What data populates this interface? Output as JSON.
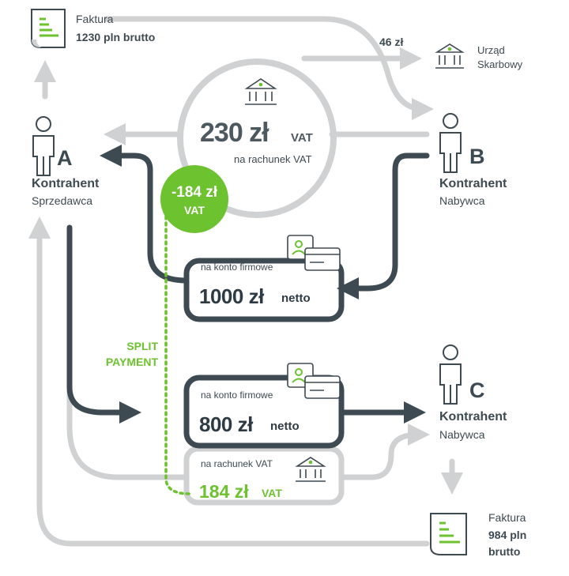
{
  "colors": {
    "dark": "#3d4a52",
    "light": "#d0d1d2",
    "green": "#6cc22f",
    "text": "#3d4a52"
  },
  "invoice_top": {
    "icon": "invoice-document-icon",
    "title": "Faktura",
    "amount": "1230 pln brutto"
  },
  "tax_office": {
    "icon": "bank-building-icon",
    "line1": "Urząd",
    "line2": "Skarbowy",
    "amount": "46 zł"
  },
  "vat_circle": {
    "icon": "bank-building-icon",
    "amount": "230 zł",
    "amount_suffix": "VAT",
    "subtitle": "na rachunek VAT"
  },
  "green_badge": {
    "amount": "-184 zł",
    "suffix": "VAT"
  },
  "party_a": {
    "letter": "A",
    "role": "Kontrahent",
    "type": "Sprzedawca"
  },
  "party_b": {
    "letter": "B",
    "role": "Kontrahent",
    "type": "Nabywca"
  },
  "party_c": {
    "letter": "C",
    "role": "Kontrahent",
    "type": "Nabywca"
  },
  "box_1000": {
    "label": "na konto firmowe",
    "amount": "1000 zł",
    "suffix": "netto"
  },
  "box_800": {
    "label": "na konto firmowe",
    "amount": "800 zł",
    "suffix": "netto"
  },
  "box_184": {
    "label": "na rachunek VAT",
    "amount": "184 zł",
    "suffix": "VAT"
  },
  "split_payment": {
    "line1": "SPLIT",
    "line2": "PAYMENT"
  },
  "invoice_bottom": {
    "icon": "invoice-document-icon",
    "title": "Faktura",
    "line1": "984 pln",
    "line2": "brutto"
  }
}
